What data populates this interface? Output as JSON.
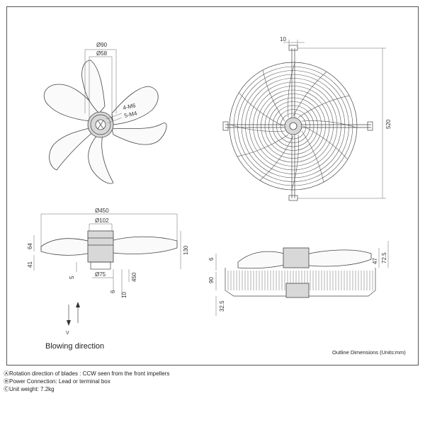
{
  "dims": {
    "d90": "Ø90",
    "d58": "Ø58",
    "m6": "4-M6",
    "m4": "5-M4",
    "top10": "10",
    "h520": "520",
    "d450": "Ø450",
    "d102": "Ø102",
    "d75": "Ø75",
    "v64": "64",
    "v41": "41",
    "v5": "5",
    "v130": "130",
    "v6": "6",
    "v10": "10",
    "v450": "450",
    "r6": "6",
    "r90": "90",
    "r325": "32.5",
    "r47": "47",
    "r725": "72.5"
  },
  "labels": {
    "blowing": "Blowing direction",
    "outline": "Outline Dimensions (Units:mm)",
    "arrow_v": "V"
  },
  "notes": [
    {
      "mark": "Ⓐ",
      "text": "Rotation direction of blades : CCW seen from the front impellers"
    },
    {
      "mark": "Ⓑ",
      "text": "Power Connection:  Lead or terminal box"
    },
    {
      "mark": "Ⓒ",
      "text": "Unit weight:  7.2kg"
    }
  ]
}
